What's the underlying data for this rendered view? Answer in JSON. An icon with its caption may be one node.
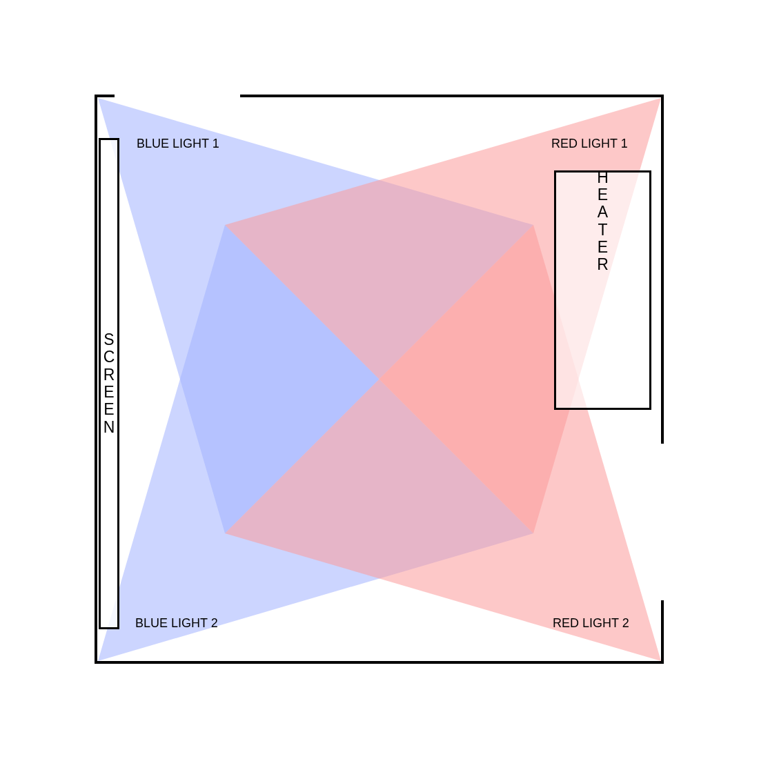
{
  "diagram": {
    "nodes": [
      {
        "text": [
          "SCREEN"
        ]
      },
      {
        "text": [
          "HEATER"
        ]
      }
    ],
    "labels": [
      "BLUE LIGHT 1",
      "RED LIGHT 1",
      "BLUE LIGHT 2",
      "RED LIGHT 2"
    ]
  }
}
